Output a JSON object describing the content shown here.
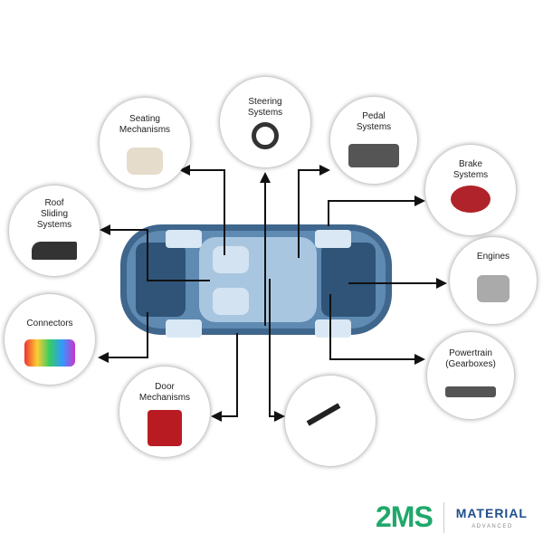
{
  "components": [
    {
      "id": "seating",
      "label": "Seating\nMechanisms"
    },
    {
      "id": "steering",
      "label": "Steering\nSystems"
    },
    {
      "id": "pedal",
      "label": "Pedal\nSystems"
    },
    {
      "id": "brake",
      "label": "Brake\nSystems"
    },
    {
      "id": "roof",
      "label": "Roof\nSliding\nSystems"
    },
    {
      "id": "engines",
      "label": "Engines"
    },
    {
      "id": "connectors",
      "label": "Connectors"
    },
    {
      "id": "powertrain",
      "label": "Powertrain\n(Gearboxes)"
    },
    {
      "id": "door",
      "label": "Door\nMechanisms"
    },
    {
      "id": "levers",
      "label": ""
    }
  ],
  "logo": {
    "mark": "2MS",
    "name": "MATERIAL",
    "tagline": "A D V A N C E D",
    "brand_green": "#1fa86a",
    "brand_blue": "#1f4e8c"
  },
  "colors": {
    "car": "#5b83a8",
    "line": "#111111"
  }
}
